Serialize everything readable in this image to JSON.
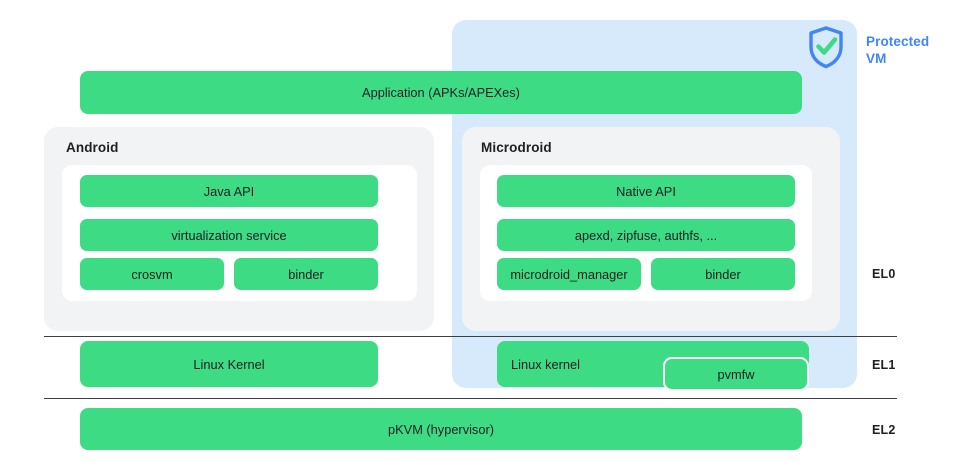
{
  "colors": {
    "green": "#3ddc84",
    "panel_blue": "#d6eafb",
    "label_blue": "#4285f4",
    "group_gray": "#f1f3f4",
    "text": "#202124",
    "divider": "#3c4043"
  },
  "protected_vm": {
    "label": "Protected VM",
    "icon": "shield-check-icon"
  },
  "application": {
    "label": "Application (APKs/APEXes)"
  },
  "android": {
    "title": "Android",
    "rows": [
      {
        "cells": [
          {
            "label": "Java API"
          }
        ]
      },
      {
        "cells": [
          {
            "label": "virtualization service"
          }
        ]
      },
      {
        "cells": [
          {
            "label": "crosvm"
          },
          {
            "label": "binder"
          }
        ]
      }
    ]
  },
  "microdroid": {
    "title": "Microdroid",
    "rows": [
      {
        "cells": [
          {
            "label": "Native API"
          }
        ]
      },
      {
        "cells": [
          {
            "label": "apexd, zipfuse, authfs, ..."
          }
        ]
      },
      {
        "cells": [
          {
            "label": "microdroid_manager"
          },
          {
            "label": "binder"
          }
        ]
      }
    ]
  },
  "el1": {
    "android_kernel": "Linux Kernel",
    "microdroid_kernel": "Linux kernel",
    "pvmfw": "pvmfw"
  },
  "el2": {
    "hypervisor": "pKVM (hypervisor)"
  },
  "exception_levels": [
    {
      "label": "EL0"
    },
    {
      "label": "EL1"
    },
    {
      "label": "EL2"
    }
  ]
}
